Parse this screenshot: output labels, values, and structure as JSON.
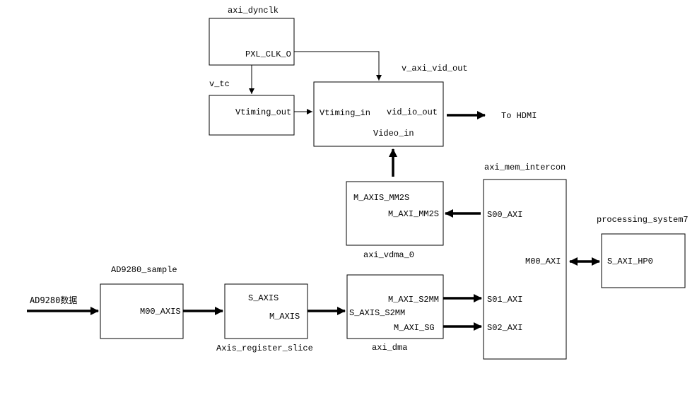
{
  "blocks": {
    "axi_dynclk": {
      "title": "axi_dynclk",
      "port_pxl_clk": "PXL_CLK_O"
    },
    "v_tc": {
      "title": "v_tc",
      "port_vtiming_out": "Vtiming_out"
    },
    "v_axi_vid_out": {
      "title": "v_axi_vid_out",
      "port_vtiming_in": "Vtiming_in",
      "port_vid_io_out": "vid_io_out",
      "port_video_in": "Video_in"
    },
    "hdmi": {
      "label": "To HDMI"
    },
    "axi_vdma_0": {
      "title": "axi_vdma_0",
      "port_m_axis_mm2s": "M_AXIS_MM2S",
      "port_m_axi_mm2s": "M_AXI_MM2S"
    },
    "axi_mem_intercon": {
      "title": "axi_mem_intercon",
      "port_s00": "S00_AXI",
      "port_m00": "M00_AXI",
      "port_s01": "S01_AXI",
      "port_s02": "S02_AXI"
    },
    "processing_system7": {
      "title": "processing_system7",
      "port_s_axi_hp0": "S_AXI_HP0"
    },
    "ad9280_sample": {
      "title": "AD9280_sample",
      "port_m00_axis": "M00_AXIS"
    },
    "input": {
      "label": "AD9280数据"
    },
    "axis_register_slice": {
      "title": "Axis_register_slice",
      "port_s_axis": "S_AXIS",
      "port_m_axis": "M_AXIS"
    },
    "axi_dma": {
      "title": "axi_dma",
      "port_m_axi_s2mm": "M_AXI_S2MM",
      "port_s_axis_s2mm": "S_AXIS_S2MM",
      "port_m_axi_sg": "M_AXI_SG"
    }
  }
}
